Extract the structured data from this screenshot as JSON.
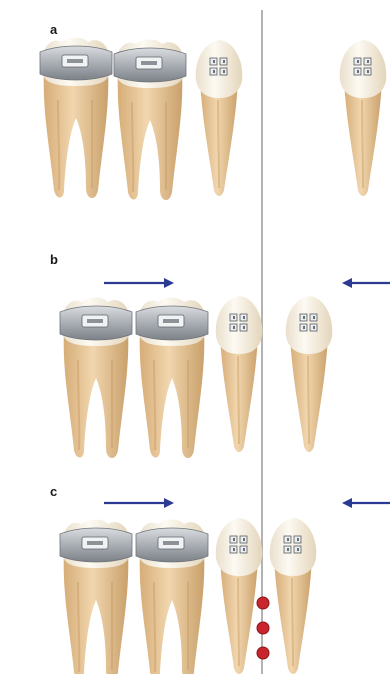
{
  "panels": [
    {
      "label": "a",
      "left_arrow": false,
      "right_arrow": false
    },
    {
      "label": "b",
      "left_arrow": true,
      "right_arrow": true
    },
    {
      "label": "c",
      "left_arrow": true,
      "right_arrow": true
    }
  ],
  "colors": {
    "tooth_light": "#f8f2e2",
    "tooth_mid": "#efdcb8",
    "root": "#e7c596",
    "root_shadow": "#cfa56f",
    "band": "#b9bdc3",
    "band_dark": "#7f858d",
    "arrow": "#2b3a93",
    "midline": "#9a9a9a",
    "contact_dot": "#c8252c"
  },
  "icons": [
    "molar-band-icon",
    "bracket-icon",
    "arrow-right-icon",
    "arrow-left-icon",
    "contact-dot-icon"
  ]
}
